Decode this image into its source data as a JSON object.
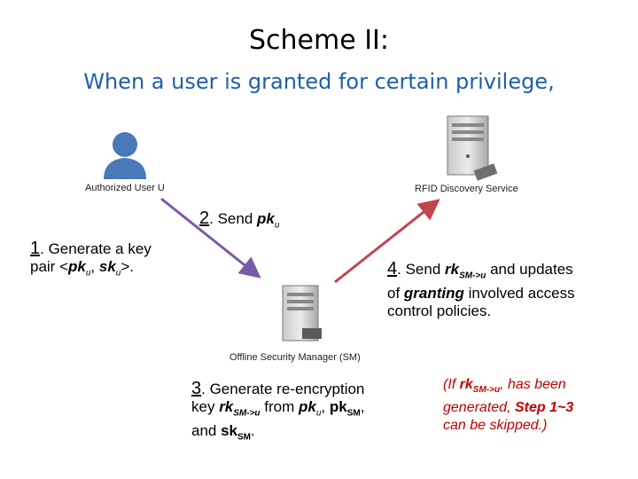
{
  "title": "Scheme II:",
  "subtitle": "When a user is granted for certain privilege,",
  "nodes": {
    "user": "Authorized User U",
    "discovery": "RFID Discovery Service",
    "security_manager": "Offline Security Manager (SM)"
  },
  "step1": {
    "num": "1",
    "text_a": ". Generate a key",
    "text_b": "pair <",
    "pk": "pk",
    "u1": "u",
    "comma": ", ",
    "sk": "sk",
    "u2": "u",
    "end": ">."
  },
  "step2": {
    "num": "2",
    "text": ". Send ",
    "pk": "pk",
    "u": "u"
  },
  "step3": {
    "num": "3",
    "text_a": ". Generate re-encryption",
    "key": "key ",
    "rk": "rk",
    "rk_sub": "SM->u",
    "from": " from ",
    "pk": "pk",
    "u": "u",
    "comma": ", ",
    "pk2": "pk",
    "sm1": "SM",
    "comma2": ",",
    "and": "and ",
    "sk": "sk",
    "sm2": "SM",
    "dot": "."
  },
  "step4": {
    "num": "4",
    "text_a": ". Send ",
    "rk": "rk",
    "rk_sub": "SM->u",
    "text_b": " and updates",
    "of": "of ",
    "granting": "granting",
    "text_c": " involved access",
    "text_d": "control policies."
  },
  "note": {
    "open": "(If ",
    "rk": "rk",
    "rk_sub": "SM->u",
    "text_a": ", has been",
    "text_b": "generated, ",
    "step": "Step 1~3",
    "text_c": "can be skipped.)"
  },
  "colors": {
    "subtitle": "#1f5fa8",
    "arrow_user": "#7b5aa6",
    "arrow_discovery": "#c0454f",
    "note": "#c00000",
    "person": "#4a78b8"
  }
}
